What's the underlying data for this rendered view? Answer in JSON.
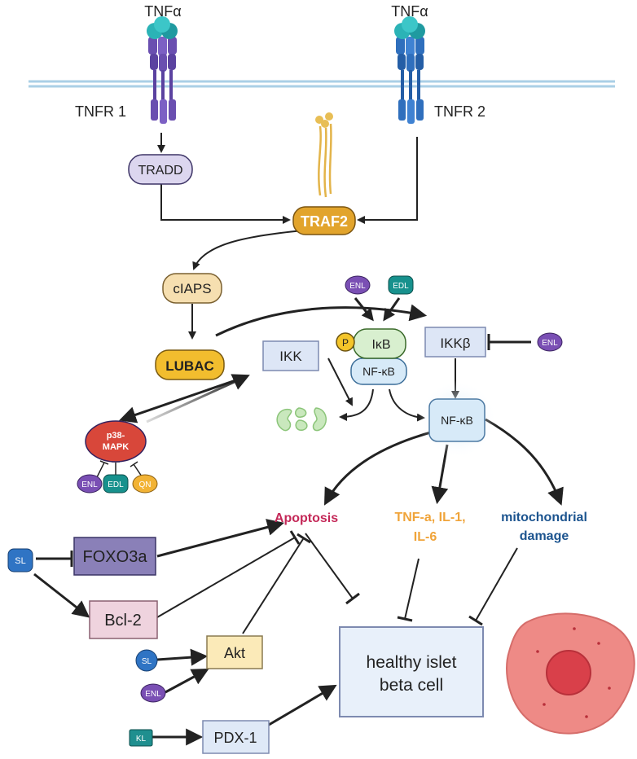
{
  "receptors": {
    "ligand_left": "TNFα",
    "ligand_right": "TNFα",
    "receptor_left": "TNFR 1",
    "receptor_right": "TNFR 2"
  },
  "nodes": {
    "tradd": "TRADD",
    "traf2": "TRAF2",
    "ciaps": "cIAPS",
    "lubac": "LUBAC",
    "ikk": "IKK",
    "ikkb": "IKKβ",
    "ikb": "IκB",
    "p": "P",
    "nfkb_complex": "NF-κB",
    "nfkb": "NF-κB",
    "p38_line1": "p38-",
    "p38_line2": "MAPK",
    "apoptosis": "Apoptosis",
    "cytokines_line1": "TNF-a, IL-1,",
    "cytokines_line2": "IL-6",
    "mito_line1": "mitochondrial",
    "mito_line2": "damage",
    "foxo3a": "FOXO3a",
    "bcl2": "Bcl-2",
    "akt": "Akt",
    "pdx1": "PDX-1",
    "beta_line1": "healthy islet",
    "beta_line2": "beta cell"
  },
  "compounds": {
    "enl_top": "ENL",
    "edl_top": "EDL",
    "enl_ikkb": "ENL",
    "enl_p38": "ENL",
    "edl_p38": "EDL",
    "qn_p38": "QN",
    "sl_foxo": "SL",
    "sl_akt": "SL",
    "enl_akt": "ENL",
    "kl_pdx": "KL"
  },
  "colors": {
    "membrane": "#aacfe6",
    "tnfr1": "#6a4fb0",
    "tnfr2": "#2f6fbd",
    "ligand": "#2bb3b6",
    "traf2_fill": "#e2a42c",
    "tradd_fill": "#dcd6ef",
    "ciaps_fill": "#f6dfb0",
    "lubac_fill": "#f2bd2e",
    "ikk_fill": "#dde6f6",
    "p38_fill": "#d8473a",
    "nfkb_fill": "#d7eaf8",
    "ikb_fill": "#d8efcf",
    "enl": "#7a4fb4",
    "edl": "#17918d",
    "qn": "#f2b335",
    "sl": "#2f74c4",
    "kl": "#1f8f8f",
    "apoptosis_text": "#c42858",
    "cytokine_text": "#f0a43a",
    "mito_text": "#1c548f",
    "foxo3a_fill": "#8a80b8",
    "bcl2_fill": "#efd3de",
    "akt_fill": "#fbeab8",
    "pdx1_fill": "#dfe9f7",
    "beta_fill": "#e8f0fa",
    "cell_fill": "#ee8a86",
    "nucleus_fill": "#d9404a",
    "proteasome": "#9dd28a"
  },
  "icons": [
    "tnf-ligand-icon",
    "tnfr1-receptor-icon",
    "tnfr2-receptor-icon",
    "ikb-degradation-fragments-icon",
    "traf2-trimer-icon",
    "beta-cell-icon"
  ]
}
